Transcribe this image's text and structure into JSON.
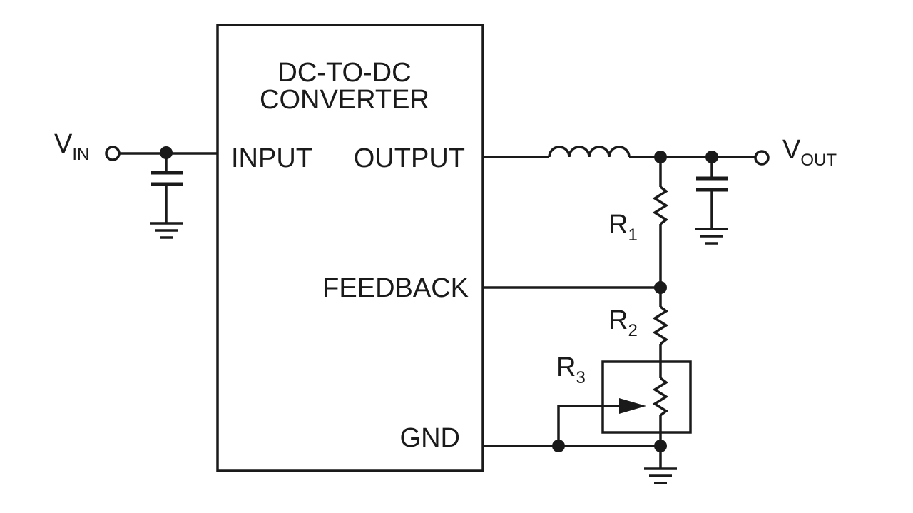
{
  "converter": {
    "title_line1": "DC-TO-DC",
    "title_line2": "CONVERTER",
    "pins": {
      "input": "INPUT",
      "output": "OUTPUT",
      "feedback": "FEEDBACK",
      "gnd": "GND"
    }
  },
  "terminals": {
    "vin": {
      "main": "V",
      "sub": "IN"
    },
    "vout": {
      "main": "V",
      "sub": "OUT"
    }
  },
  "resistors": {
    "r1": {
      "main": "R",
      "sub": "1"
    },
    "r2": {
      "main": "R",
      "sub": "2"
    },
    "r3": {
      "main": "R",
      "sub": "3"
    }
  },
  "colors": {
    "line": "#1a1a1a",
    "background": "#ffffff"
  }
}
